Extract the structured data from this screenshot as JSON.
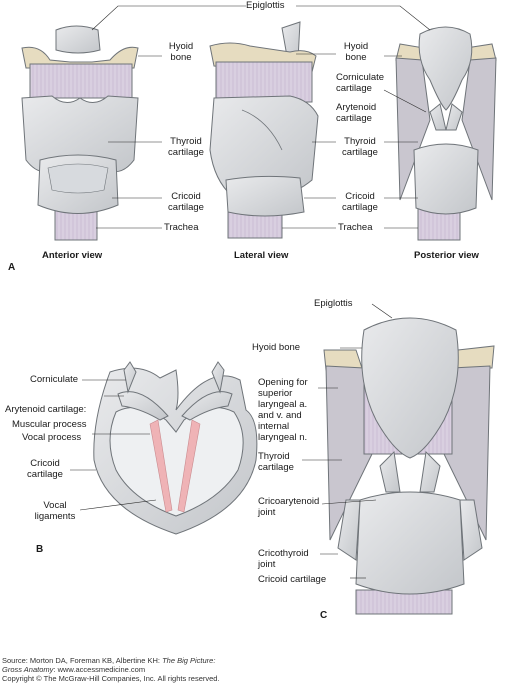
{
  "panel_a": {
    "panel_letter": "A",
    "labels": {
      "epiglottis": "Epiglottis",
      "hyoid_left_1": "Hyoid",
      "hyoid_left_2": "bone",
      "hyoid_right_1": "Hyoid",
      "hyoid_right_2": "bone",
      "corniculate_1": "Corniculate",
      "corniculate_2": "cartilage",
      "arytenoid_1": "Arytenoid",
      "arytenoid_2": "cartilage",
      "thyroid_left_1": "Thyroid",
      "thyroid_left_2": "cartilage",
      "thyroid_right_1": "Thyroid",
      "thyroid_right_2": "cartilage",
      "cricoid_left_1": "Cricoid",
      "cricoid_left_2": "cartilage",
      "cricoid_right_1": "Cricoid",
      "cricoid_right_2": "cartilage",
      "trachea_left": "Trachea",
      "trachea_right": "Trachea"
    },
    "views": {
      "anterior": "Anterior view",
      "lateral": "Lateral view",
      "posterior": "Posterior view"
    }
  },
  "panel_b": {
    "panel_letter": "B",
    "labels": {
      "corniculate": "Corniculate",
      "arytenoid": "Arytenoid cartilage:",
      "muscular_process": "Muscular process",
      "vocal_process": "Vocal process",
      "cricoid_1": "Cricoid",
      "cricoid_2": "cartilage",
      "vocal_1": "Vocal",
      "vocal_2": "ligaments"
    }
  },
  "panel_c": {
    "panel_letter": "C",
    "labels": {
      "epiglottis": "Epiglottis",
      "hyoid": "Hyoid bone",
      "opening_1": "Opening for",
      "opening_2": "superior",
      "opening_3": "laryngeal a.",
      "opening_4": "and v. and",
      "opening_5": "internal",
      "opening_6": "laryngeal n.",
      "thyroid_1": "Thyroid",
      "thyroid_2": "cartilage",
      "cricoarytenoid_1": "Cricoarytenoid",
      "cricoarytenoid_2": "joint",
      "cricothyroid_1": "Cricothyroid",
      "cricothyroid_2": "joint",
      "cricoid": "Cricoid cartilage"
    }
  },
  "footer": {
    "source_prefix": "Source: Morton DA, Foreman KB, Albertine KH: ",
    "source_title_1": "The Big Picture:",
    "source_title_2": "Gross Anatomy",
    "source_url": ": www.accessmedicine.com",
    "copyright": "Copyright © The McGraw-Hill Companies, Inc. All rights reserved."
  },
  "colors": {
    "cartilage": "#d5d7da",
    "cartilage_edge": "#6f7479",
    "membrane": "#dcd2e2",
    "bone": "#e6dcc0",
    "ligament": "#efb3b6"
  }
}
